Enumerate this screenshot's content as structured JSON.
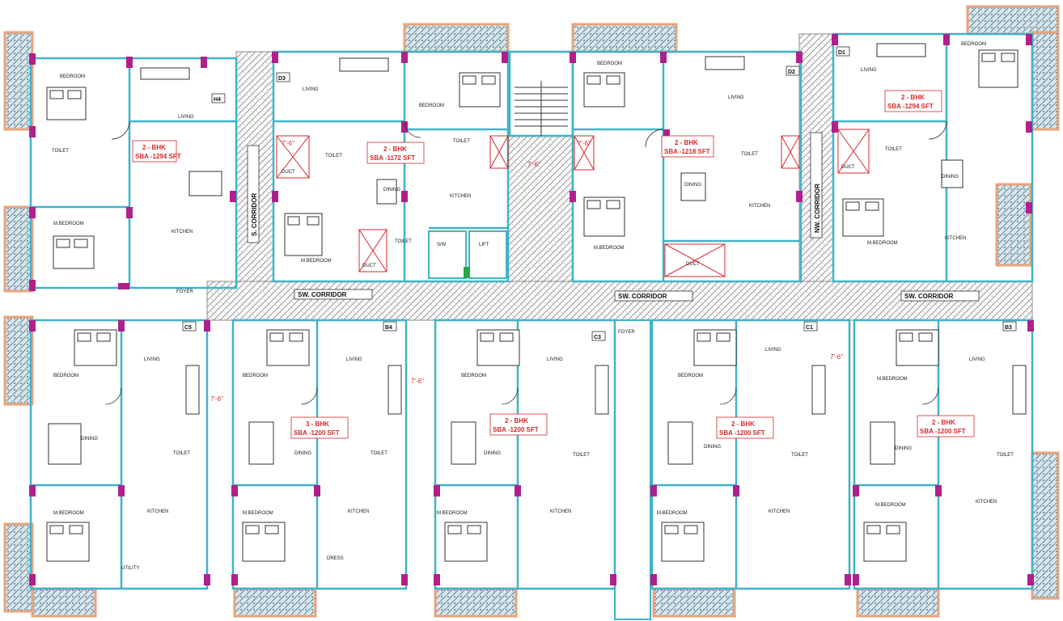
{
  "colors": {
    "wall": "#3fb3c8",
    "column": "#b0208c",
    "balcony_frame": "#e9a37b",
    "balcony_fill": "#8fb0c0",
    "label_red": "#d6282c",
    "corridor_hatch": "#a9a9a9"
  },
  "corridors": {
    "s": "S. CORRIDOR",
    "nw": "NW. CORRIDOR",
    "sw1": "SW. CORRIDOR",
    "sw2": "SW. CORRIDOR",
    "sw3": "SW. CORRIDOR"
  },
  "dimensions": {
    "d1": "7'-6\"",
    "d2": "7'-6\"",
    "d3": "7'-6\"",
    "d4": "7'-6\"",
    "d5": "7'-6\"",
    "d6": "7'-6\""
  },
  "top_units": [
    {
      "tag": "H4",
      "bhk": "2 - BHK",
      "sba": "SBA -1294 SFT"
    },
    {
      "tag": "D3",
      "bhk": "2 - BHK",
      "sba": "SBA -1172 SFT"
    },
    {
      "tag": "D2",
      "bhk": "2 - BHK",
      "sba": "SBA -1218 SFT"
    },
    {
      "tag": "D1",
      "bhk": "2 - BHK",
      "sba": "SBA -1294 SFT"
    }
  ],
  "bottom_units": [
    {
      "tag": "C5",
      "bhk": "",
      "sba": ""
    },
    {
      "tag": "B4",
      "bhk": "3 - BHK",
      "sba": "SBA -1200 SFT"
    },
    {
      "tag": "C3",
      "bhk": "2 - BHK",
      "sba": "SBA -1200 SFT"
    },
    {
      "tag": "C1",
      "bhk": "2 - BHK",
      "sba": "SBA -1200 SFT"
    },
    {
      "tag": "B3",
      "bhk": "2 - BHK",
      "sba": "SBA -1200 SFT"
    }
  ],
  "rooms": {
    "bedroom": "BEDROOM",
    "mbedroom": "M.BEDROOM",
    "living": "LIVING",
    "dining": "DINING",
    "kitchen": "KITCHEN",
    "toilet": "TOILET",
    "duct": "DUCT",
    "sw": "S/W",
    "lift": "LIFT",
    "foyer": "FOYER",
    "dress": "DRESS",
    "utility": "UTILITY"
  }
}
